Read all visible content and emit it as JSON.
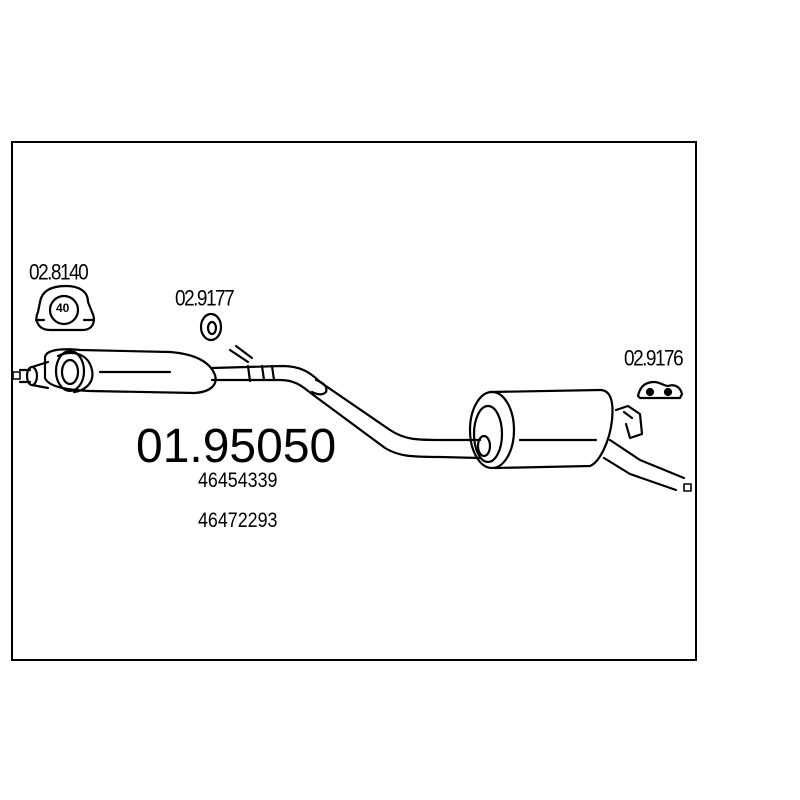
{
  "main_part_number": "01.95050",
  "oem_numbers": [
    "46454339",
    "46472293"
  ],
  "accessories": [
    {
      "code": "02.8140",
      "icon": "clamp-icon",
      "badge": "40"
    },
    {
      "code": "02.9177",
      "icon": "rubber-ring-icon"
    },
    {
      "code": "02.9176",
      "icon": "rubber-hanger-icon"
    }
  ]
}
